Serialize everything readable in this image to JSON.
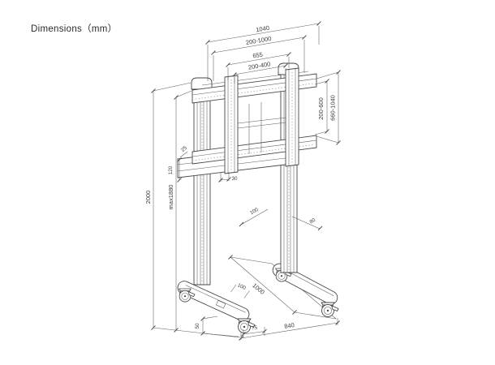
{
  "title": "Dimensions（mm）",
  "diagram": {
    "type": "isometric technical line drawing",
    "subject": "mobile TV floor stand / trolley with casters and VESA mount",
    "units": "mm",
    "dims": {
      "top_width_overall": "1040",
      "top_width_range": "200-1000",
      "top_width_inner": "655",
      "top_width_vesa": "200-400",
      "right_vesa_height": "200-600",
      "right_height_range": "660-1040",
      "left_total_height": "2000",
      "left_max_height": "max1880",
      "bracket_height": "120",
      "bracket_step": "25",
      "bracket_offset": "30",
      "column_depth": "100",
      "column_width": "80",
      "foot_width": "100",
      "base_depth": "1000",
      "caster_height": "50",
      "caster_offset": "75",
      "base_width": "840"
    }
  }
}
